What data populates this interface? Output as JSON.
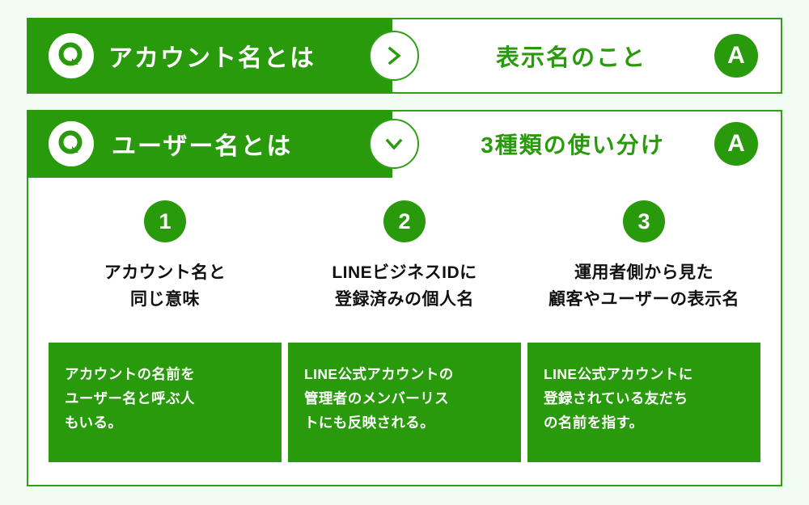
{
  "theme": {
    "page_background": "#f1fcf2",
    "brand_green": "#2a9a0d",
    "border_green": "#2fa017",
    "card_background": "#ffffff",
    "title_text": "#111111"
  },
  "faq": {
    "rows": [
      {
        "id": "row-account-name",
        "state": "collapsed",
        "q_badge_letter": "Q",
        "question": "アカウント名とは",
        "toggle_icon": "chevron-right-icon",
        "answer": "表示名のこと",
        "a_badge_letter": "A"
      },
      {
        "id": "row-user-name",
        "state": "expanded",
        "q_badge_letter": "Q",
        "question": "ユーザー名とは",
        "toggle_icon": "chevron-down-icon",
        "answer": "3種類の使い分け",
        "a_badge_letter": "A",
        "columns": [
          {
            "number": "1",
            "title": "アカウント名と\n同じ意味",
            "note": "アカウントの名前を\nユーザー名と呼ぶ人\nもいる。"
          },
          {
            "number": "2",
            "title": "LINEビジネスIDに\n登録済みの個人名",
            "note": "LINE公式アカウントの\n管理者のメンバーリス\nトにも反映される。"
          },
          {
            "number": "3",
            "title": "運用者側から見た\n顧客やユーザーの表示名",
            "note": "LINE公式アカウントに\n登録されている友だち\nの名前を指す。"
          }
        ]
      }
    ]
  }
}
